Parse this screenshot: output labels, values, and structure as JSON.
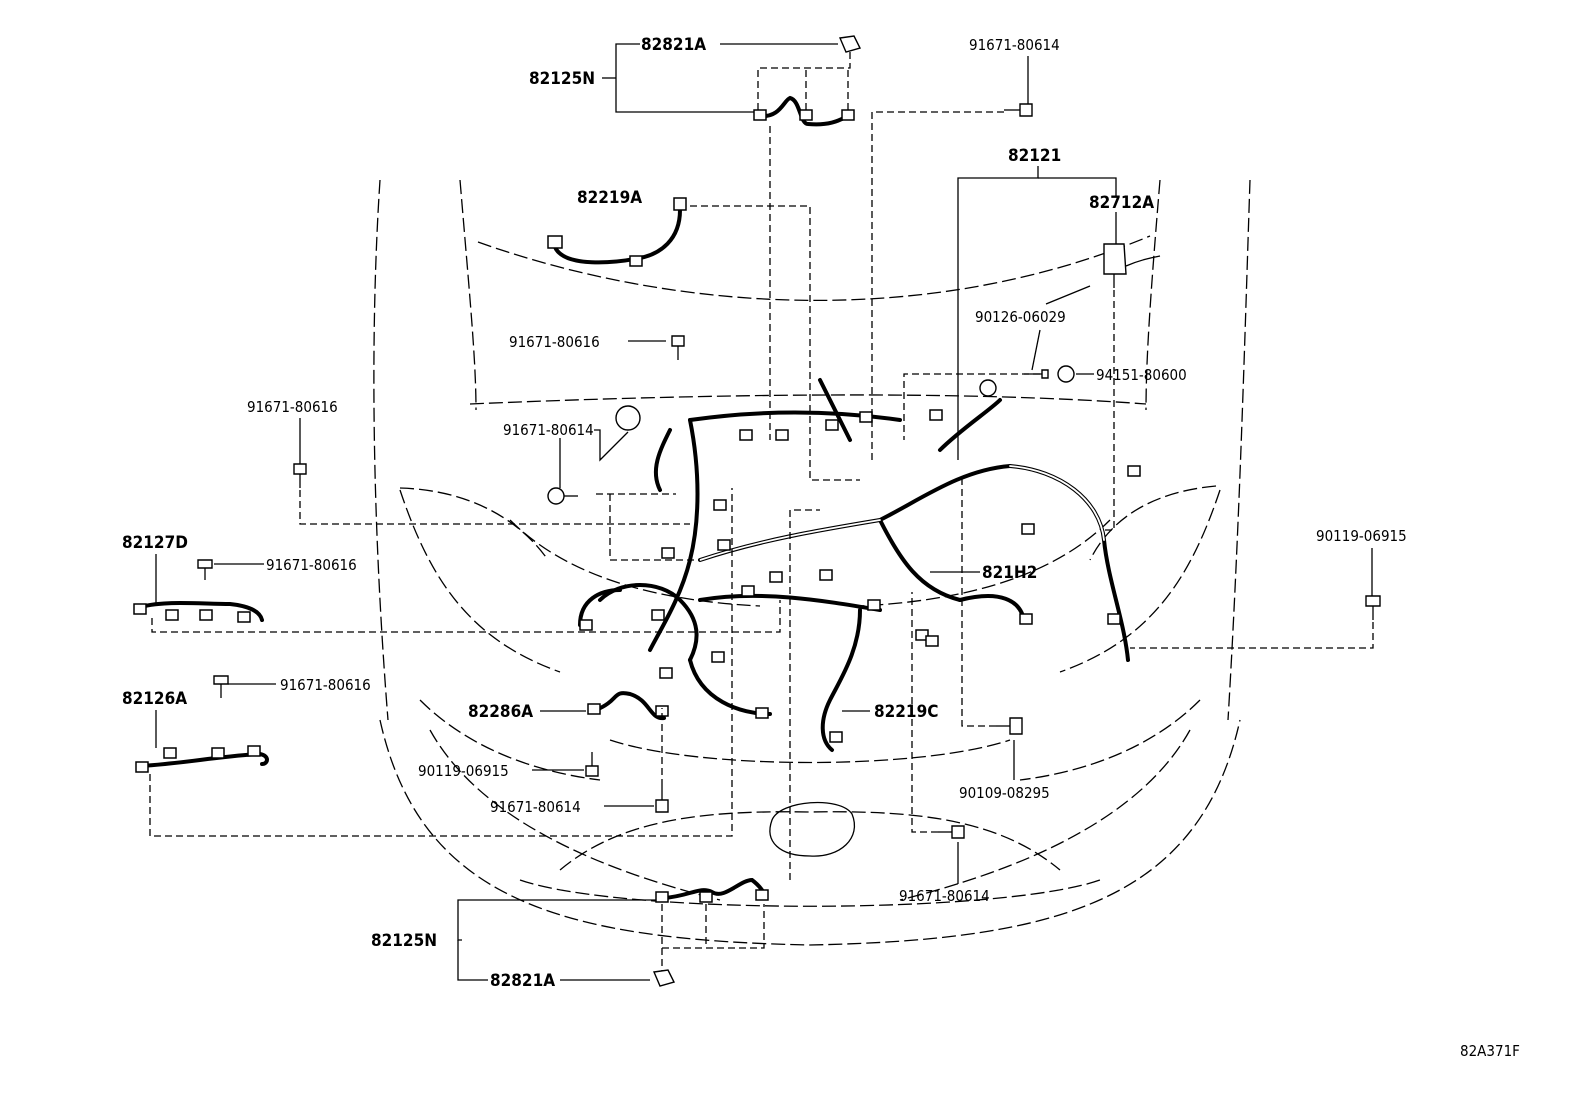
{
  "labels": {
    "p82821A_top": "82821A",
    "p82125N_top": "82125N",
    "p91671_80614_top": "91671-80614",
    "p82219A": "82219A",
    "p82121": "82121",
    "p82712A": "82712A",
    "p90126_06029": "90126-06029",
    "p94151_80600": "94151-80600",
    "p91671_80616_mid": "91671-80616",
    "p91671_80616_left": "91671-80616",
    "p91671_80614_mid": "91671-80614",
    "p82127D": "82127D",
    "p91671_80616_82127": "91671-80616",
    "p90119_06915_right": "90119-06915",
    "p821H2": "821H2",
    "p82126A": "82126A",
    "p91671_80616_82126": "91671-80616",
    "p82286A": "82286A",
    "p82219C": "82219C",
    "p90119_06915_low": "90119-06915",
    "p90109_08295": "90109-08295",
    "p91671_80614_low": "91671-80614",
    "p91671_80614_bottom": "91671-80614",
    "p82125N_bottom": "82125N",
    "p82821A_bottom": "82821A"
  },
  "figure_code": "82A371F"
}
